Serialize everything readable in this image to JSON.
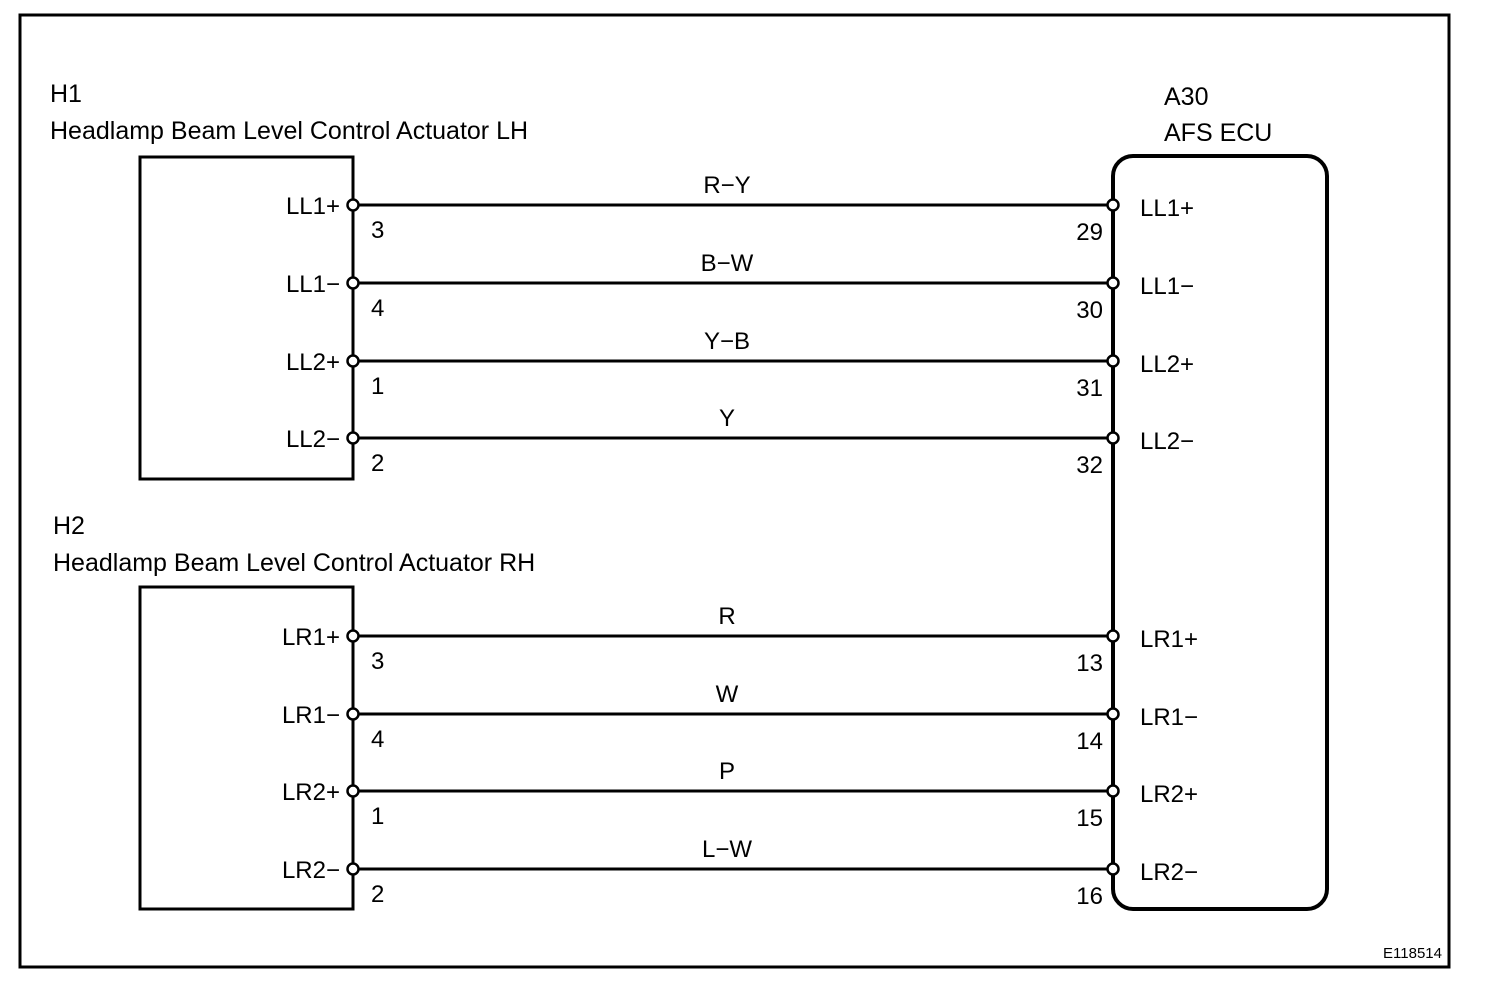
{
  "h1": {
    "code": "H1",
    "name": "Headlamp Beam Level Control Actuator LH",
    "pins": [
      {
        "label": "LL1+",
        "num": "3"
      },
      {
        "label": "LL1−",
        "num": "4"
      },
      {
        "label": "LL2+",
        "num": "1"
      },
      {
        "label": "LL2−",
        "num": "2"
      }
    ]
  },
  "h2": {
    "code": "H2",
    "name": "Headlamp Beam Level Control Actuator RH",
    "pins": [
      {
        "label": "LR1+",
        "num": "3"
      },
      {
        "label": "LR1−",
        "num": "4"
      },
      {
        "label": "LR2+",
        "num": "1"
      },
      {
        "label": "LR2−",
        "num": "2"
      }
    ]
  },
  "ecu": {
    "code": "A30",
    "name": "AFS ECU",
    "pins_upper": [
      {
        "label": "LL1+",
        "num": "29"
      },
      {
        "label": "LL1−",
        "num": "30"
      },
      {
        "label": "LL2+",
        "num": "31"
      },
      {
        "label": "LL2−",
        "num": "32"
      }
    ],
    "pins_lower": [
      {
        "label": "LR1+",
        "num": "13"
      },
      {
        "label": "LR1−",
        "num": "14"
      },
      {
        "label": "LR2+",
        "num": "15"
      },
      {
        "label": "LR2−",
        "num": "16"
      }
    ]
  },
  "wires_upper": [
    "R−Y",
    "B−W",
    "Y−B",
    "Y"
  ],
  "wires_lower": [
    "R",
    "W",
    "P",
    "L−W"
  ],
  "figure_code": "E118514",
  "colors": {
    "line": "#000000",
    "background": "#ffffff"
  }
}
